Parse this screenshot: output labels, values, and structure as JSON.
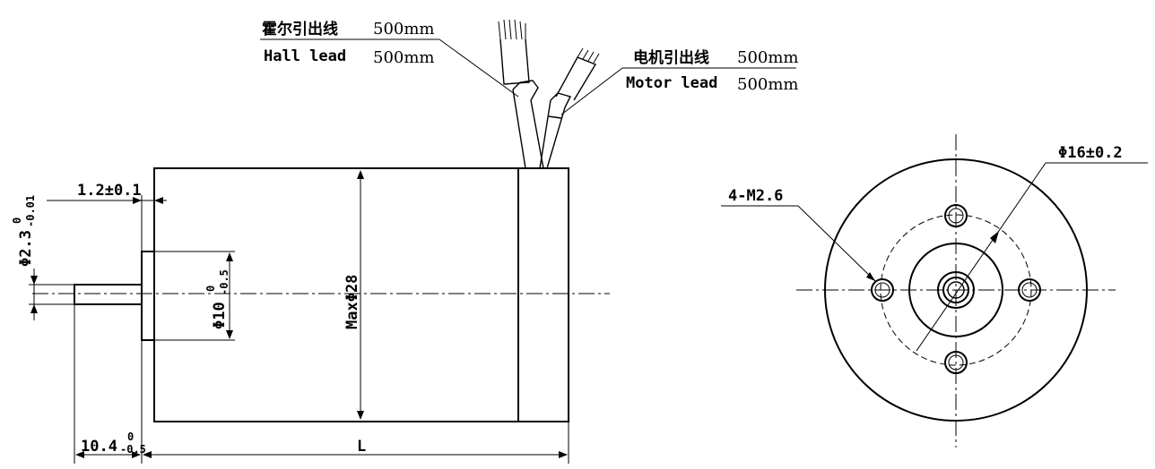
{
  "leads": {
    "hall": {
      "label_cn": "霍尔引出线",
      "label_en": "Hall lead",
      "length_cn": "500mm",
      "length_en": "500mm"
    },
    "motor": {
      "label_cn": "电机引出线",
      "label_en": "Motor lead",
      "length_cn": "500mm",
      "length_en": "500mm"
    }
  },
  "side_view": {
    "shaft_diameter": {
      "prefix": "Φ2.3",
      "tol_upper": "0",
      "tol_lower": "-0.01"
    },
    "flange_step": "1.2±0.1",
    "pilot_diameter": {
      "prefix": "Φ10",
      "tol_upper": "0",
      "tol_lower": "-0.5"
    },
    "body_diameter": "MaxΦ28",
    "shaft_length": {
      "prefix": "10.4",
      "tol_upper": "0",
      "tol_lower": "-0.5"
    },
    "body_length": "L"
  },
  "front_view": {
    "bolt_circle": "Φ16±0.2",
    "mount_holes": "4-M2.6"
  }
}
